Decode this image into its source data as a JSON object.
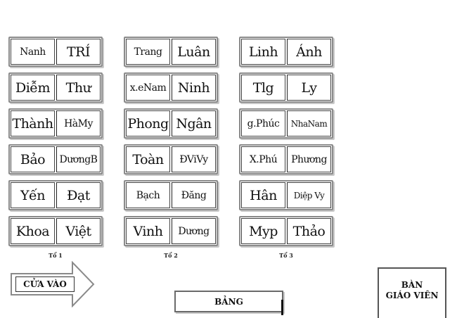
{
  "groups": [
    {
      "label": "Tổ 1",
      "desks": [
        [
          "Nanh",
          "TRÍ"
        ],
        [
          "Diễm",
          "Thư"
        ],
        [
          "Thành",
          "HàMy"
        ],
        [
          "Bảo",
          "DươngB"
        ],
        [
          "Yến",
          "Đạt"
        ],
        [
          "Khoa",
          "Việt"
        ]
      ]
    },
    {
      "label": "Tổ 2",
      "desks": [
        [
          "Trang",
          "Luân"
        ],
        [
          "x.eNam",
          "Ninh"
        ],
        [
          "Phong",
          "Ngân"
        ],
        [
          "Toàn",
          "ĐViVy"
        ],
        [
          "Bạch",
          "Đăng"
        ],
        [
          "Vinh",
          "Dương"
        ]
      ]
    },
    {
      "label": "Tổ 3",
      "desks": [
        [
          "Linh",
          "Ánh"
        ],
        [
          "Tlg",
          "Ly"
        ],
        [
          "g.Phúc",
          "NhaNam"
        ],
        [
          "X.Phú",
          "Phương"
        ],
        [
          "Hân",
          "Diệp Vy"
        ],
        [
          "Myp",
          "Thảo"
        ]
      ]
    }
  ],
  "door_label": "CỬA VÀO",
  "board_label": "BẢNG",
  "teacher_desk": [
    "BÀN",
    "GIÁO VIÊN"
  ]
}
